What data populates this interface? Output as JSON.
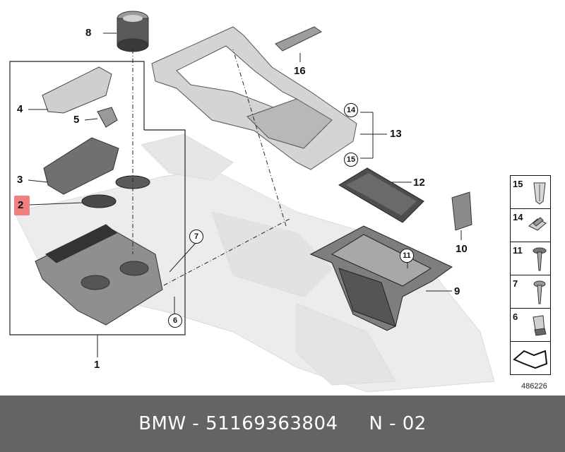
{
  "diagram": {
    "callouts": {
      "p1": "1",
      "p2": "2",
      "p3": "3",
      "p4": "4",
      "p5": "5",
      "p6": "6",
      "p7": "7",
      "p8": "8",
      "p9": "9",
      "p10": "10",
      "p11": "11",
      "p12": "12",
      "p13": "13",
      "p14": "14",
      "p15": "15",
      "p16": "16"
    },
    "highlighted_part": "2",
    "highlight_color": "#f07f80",
    "legend": [
      {
        "number": "15",
        "icon": "clip-icon"
      },
      {
        "number": "14",
        "icon": "spring-nut-icon"
      },
      {
        "number": "11",
        "icon": "screw-icon"
      },
      {
        "number": "7",
        "icon": "screw-icon"
      },
      {
        "number": "6",
        "icon": "clip-nut-icon"
      }
    ],
    "diagram_id": "486226"
  },
  "footer": {
    "text": "BMW - 51169363804     N - 02",
    "background": "#646464"
  }
}
